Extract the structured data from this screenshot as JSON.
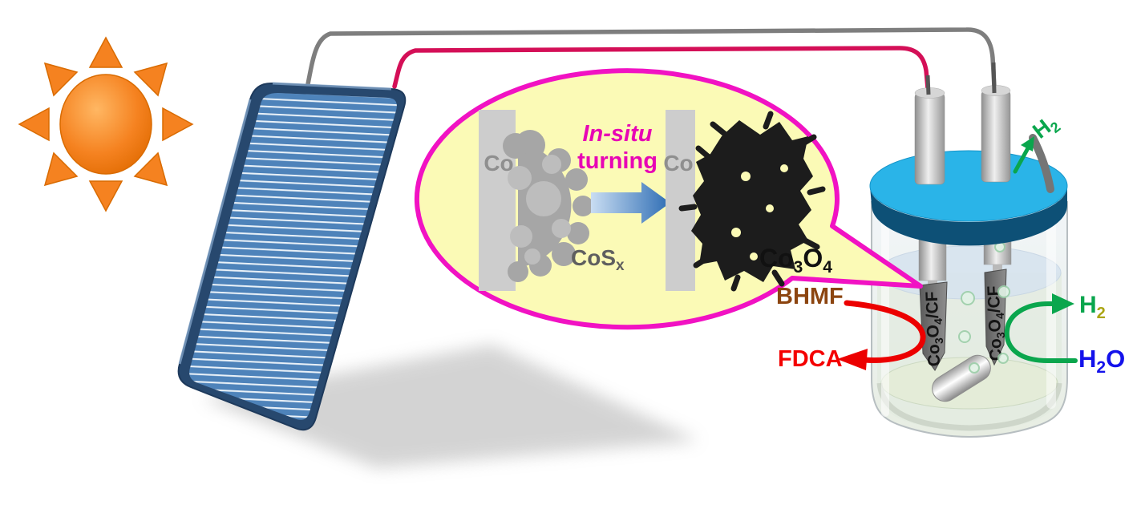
{
  "labels": {
    "in_situ": "In-situ",
    "turning": "turning",
    "co_left": "Co",
    "co_right": "Co",
    "cosx": {
      "base": "CoS",
      "sub": "x"
    },
    "co3o4": {
      "m1": "Co",
      "s1": "3",
      "m2": "O",
      "s2": "4"
    },
    "electrode": {
      "m1": "Co",
      "s1": "3",
      "m2": "O",
      "s2": "4",
      "m3": "/CF"
    },
    "bhmf": "BHMF",
    "fdca": "FDCA",
    "h2_outlet": {
      "m1": "H",
      "s1": "2"
    },
    "h2_evolved": {
      "m1": "H",
      "s1": "2"
    },
    "h2o": {
      "m1": "H",
      "s1": "2",
      "m2": "O"
    }
  },
  "colors": {
    "sun": "#F58220",
    "panel_frame": "#27486E",
    "panel_cell": "#4E83BA",
    "wire_negative": "#7E7E7E",
    "wire_positive": "#D40F57",
    "bubble_fill": "#FBFAB6",
    "bubble_border": "#F112C3",
    "accent_magenta": "#E705B5",
    "lid_top": "#2AB4E8",
    "lid_rim": "#0D5076",
    "bar_gray": "#CDCDCD",
    "co_text_gray": "#8F8F8F",
    "cosx_gray": "#A6A6A6",
    "cosx_text": "#5F5F5F",
    "nanowire_black": "#1C1C1C",
    "bhmf_brown": "#8C4510",
    "fdca_red": "#F40000",
    "arrow_red": "#EC0000",
    "h2_green": "#0AA64D",
    "h2_sub_yellow": "#ABA513",
    "h2o_blue": "#1412EB",
    "arrow_green": "#0AA64D"
  }
}
